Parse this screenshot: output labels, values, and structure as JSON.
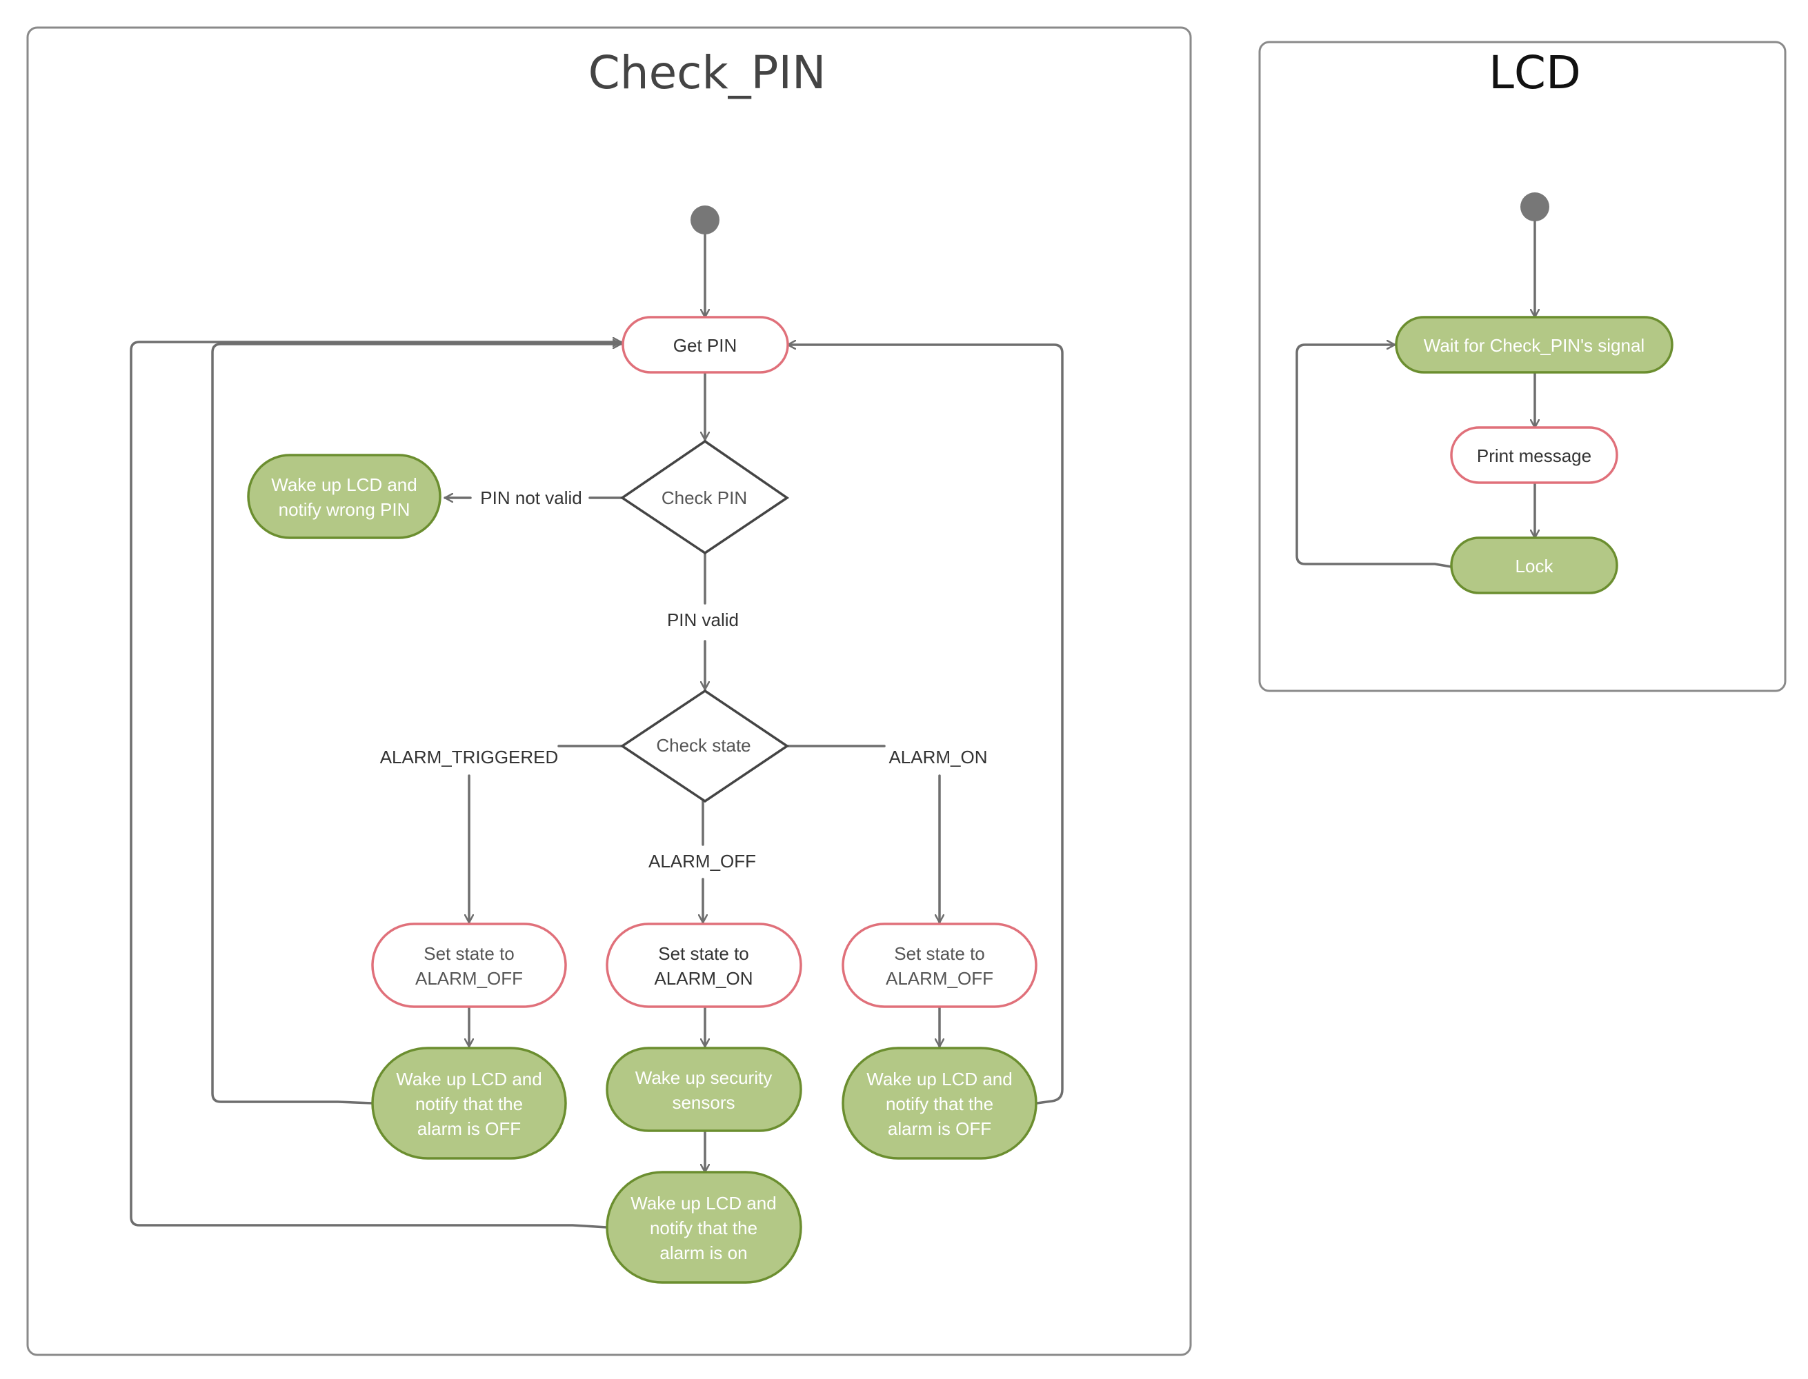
{
  "panels": {
    "check_pin_title": "Check_PIN",
    "lcd_title": "LCD"
  },
  "check_pin": {
    "get_pin": "Get PIN",
    "check_pin": "Check PIN",
    "pin_not_valid": "PIN not valid",
    "wrong_pin_line1": "Wake up LCD and",
    "wrong_pin_line2": "notify wrong PIN",
    "pin_valid": "PIN valid",
    "check_state": "Check state",
    "alarm_triggered": "ALARM_TRIGGERED",
    "alarm_off": "ALARM_OFF",
    "alarm_on": "ALARM_ON",
    "set_state_left_1": "Set state to",
    "set_state_left_2": "ALARM_OFF",
    "set_state_mid_1": "Set state to",
    "set_state_mid_2": "ALARM_ON",
    "set_state_right_1": "Set state to",
    "set_state_right_2": "ALARM_OFF",
    "notify_off_left_1": "Wake up LCD and",
    "notify_off_left_2": "notify that the",
    "notify_off_left_3": "alarm is OFF",
    "wake_sensors_1": "Wake up security",
    "wake_sensors_2": "sensors",
    "notify_off_right_1": "Wake up LCD and",
    "notify_off_right_2": "notify that the",
    "notify_off_right_3": "alarm is OFF",
    "notify_on_1": "Wake up LCD and",
    "notify_on_2": "notify that the",
    "notify_on_3": "alarm is on"
  },
  "lcd": {
    "wait_signal": "Wait for Check_PIN's signal",
    "print_message": "Print message",
    "lock": "Lock"
  },
  "colors": {
    "green_fill": "#b3c886",
    "green_stroke": "#6b8e2f",
    "red_stroke": "#e0707a",
    "line": "#6e6e6e",
    "start_dot": "#777777",
    "panel_stroke": "#8a8a8a"
  }
}
